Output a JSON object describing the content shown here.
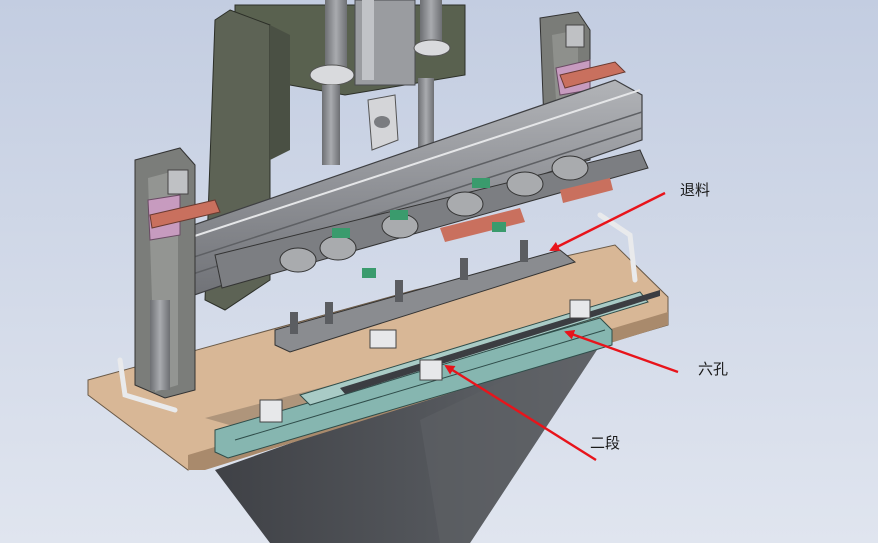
{
  "annotations": [
    {
      "id": "tuiliao",
      "text": "退料"
    },
    {
      "id": "liukong",
      "text": "六孔"
    },
    {
      "id": "erduan",
      "text": "二段"
    }
  ],
  "colors": {
    "background_top": "#c4cfe2",
    "background_bottom": "#dde3ee",
    "arrow": "#e8141b",
    "base_plate": "#d9b99b",
    "frame_gray": "#8a8a8a",
    "rail_gray": "#9a9ca0",
    "motor_plate": "#59614f",
    "slide_teal": "#86b6b0",
    "accent_red": "#c9705e",
    "accent_green": "#3a9b6d",
    "accent_pink": "#c79bbf",
    "hopper": "#4b4d52"
  }
}
